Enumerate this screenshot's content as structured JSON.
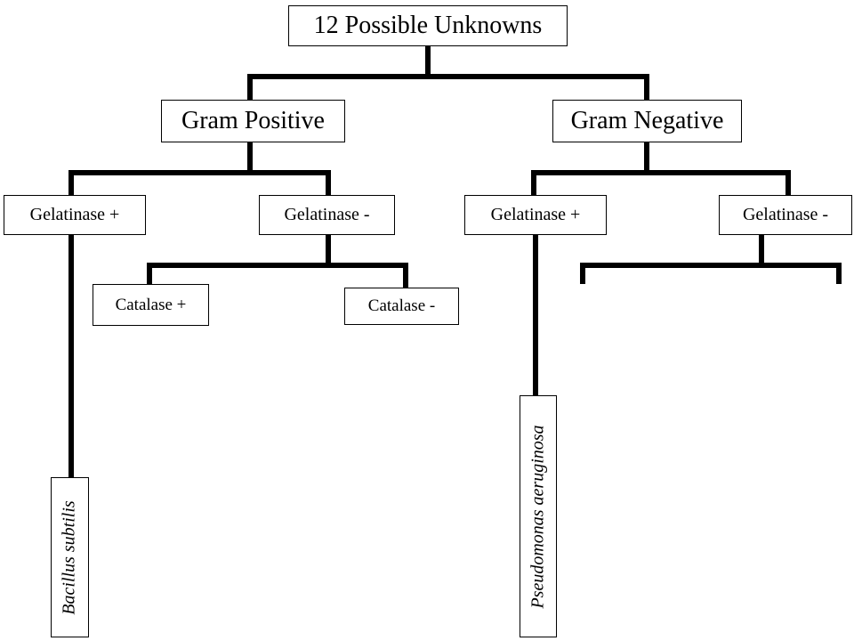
{
  "root": {
    "label": "12 Possible Unknowns"
  },
  "gram_positive": {
    "label": "Gram Positive"
  },
  "gram_negative": {
    "label": "Gram Negative"
  },
  "gp_gelatinase_pos": {
    "label": "Gelatinase +"
  },
  "gp_gelatinase_neg": {
    "label": "Gelatinase -"
  },
  "gn_gelatinase_pos": {
    "label": "Gelatinase +"
  },
  "gn_gelatinase_neg": {
    "label": "Gelatinase -"
  },
  "catalase_pos": {
    "label": "Catalase +"
  },
  "catalase_neg": {
    "label": "Catalase -"
  },
  "leaf_bacillus": {
    "label": "Bacillus subtilis"
  },
  "leaf_pseudomonas": {
    "label": "Pseudomonas aeruginosa"
  },
  "colors": {
    "line": "#000000",
    "border": "#000000",
    "background": "#ffffff"
  }
}
